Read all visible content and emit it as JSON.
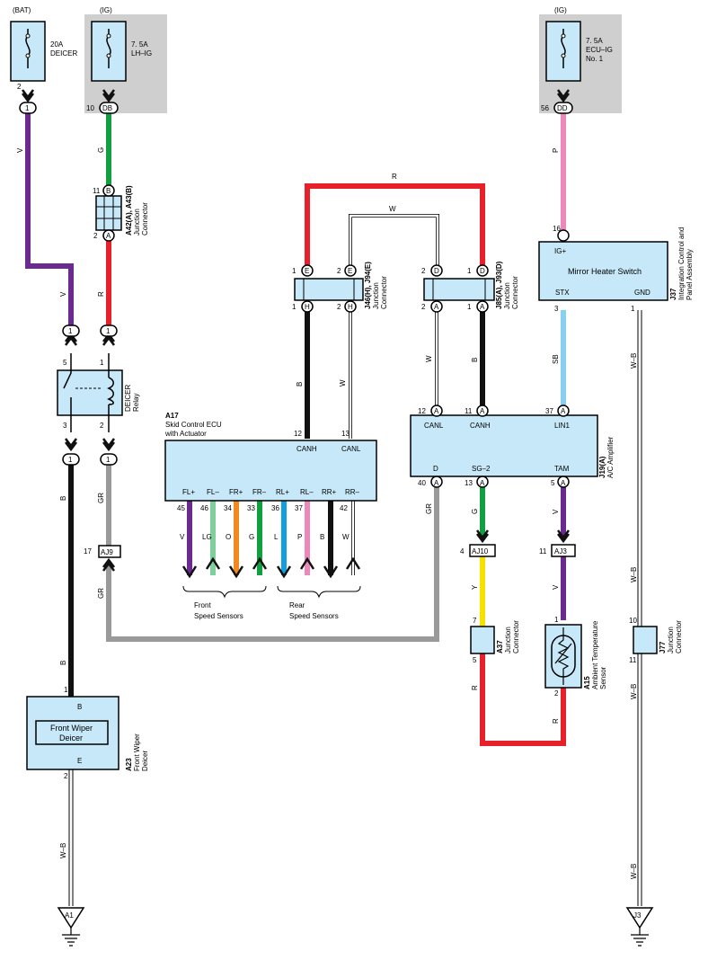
{
  "power": {
    "bat": "(BAT)",
    "ig1": "(IG)",
    "ig2": "(IG)",
    "fuse_deicer_amp": "20A",
    "fuse_deicer_name": "DEICER",
    "fuse_lhig_amp": "7. 5A",
    "fuse_lhig_name": "LH–IG",
    "fuse_ecuig_amp": "7. 5A",
    "fuse_ecuig_name": "ECU–IG",
    "fuse_ecuig_no": "No. 1"
  },
  "pins": {
    "deicer_fuse_pin": "2",
    "deicer_conn": "1",
    "lhig_pin": "10",
    "lhig_conn": "DB",
    "ecuig_pin": "56",
    "ecuig_conn": "DD",
    "a42_top_pin": "11",
    "a42_top": "B",
    "a42_bot_pin": "2",
    "a42_bot": "A",
    "relay_in_l": "1",
    "relay_in_r": "1",
    "relay_p5": "5",
    "relay_p1": "1",
    "relay_p3": "3",
    "relay_p2": "2",
    "relay_out_l": "1",
    "relay_out_r": "1",
    "aj9_pin": "17",
    "aj9": "AJ9",
    "wiper_pin_b": "1",
    "wiper_b": "B",
    "wiper_e": "E",
    "wiper_pin_e": "2",
    "j46_top1_pin": "1",
    "j46_top1": "E",
    "j46_top2_pin": "2",
    "j46_top2": "E",
    "j46_bot1_pin": "1",
    "j46_bot1": "H",
    "j46_bot2_pin": "2",
    "j46_bot2": "H",
    "j85_top1_pin": "2",
    "j85_top1": "D",
    "j85_top2_pin": "1",
    "j85_top2": "D",
    "j85_bot1_pin": "2",
    "j85_bot1": "A",
    "j85_bot2_pin": "1",
    "j85_bot2": "A",
    "a17_canh_pin": "12",
    "a17_canl_pin": "13",
    "j19_canl_pin": "12",
    "j19_canl_conn": "A",
    "j19_canh_pin": "11",
    "j19_canh_conn": "A",
    "j19_lin_pin": "37",
    "j19_lin_conn": "A",
    "j19_d_pin": "40",
    "j19_d_conn": "A",
    "j19_sg_pin": "13",
    "j19_sg_conn": "A",
    "j19_tam_pin": "5",
    "j19_tam_conn": "A",
    "aj10_pin": "4",
    "aj10": "AJ10",
    "aj3_pin": "11",
    "aj3": "AJ3",
    "a37_top": "7",
    "a37_bot": "5",
    "a15_top": "1",
    "a15_bot": "2",
    "j37_ig_pin": "16",
    "j37_stx_pin": "3",
    "j37_gnd_pin": "1",
    "j77_top": "10",
    "j77_bot": "11",
    "sensor_pins": [
      "45",
      "46",
      "34",
      "33",
      "36",
      "37",
      "42"
    ]
  },
  "wires": {
    "v1": "V",
    "g1": "G",
    "r1": "R",
    "v2": "V",
    "b1": "B",
    "gr1": "GR",
    "gr2": "GR",
    "b_wiper": "B",
    "wb_wiper": "W–B",
    "r_top": "R",
    "w_top": "W",
    "b_j46": "B",
    "w_j46": "W",
    "w_j85": "W",
    "b_j85": "B",
    "sb": "SB",
    "p": "P",
    "gr3": "GR",
    "g2": "G",
    "y": "Y",
    "v3": "V",
    "v4": "V",
    "r2": "R",
    "r3": "R",
    "wb1": "W–B",
    "wb2": "W–B",
    "wb3": "W–B",
    "wb4": "W–B",
    "sensor_colors": [
      "V",
      "LG",
      "O",
      "G",
      "L",
      "P",
      "B",
      "W"
    ]
  },
  "components": {
    "a42_id": "A42(A), A43(B)",
    "a42_name1": "Junction",
    "a42_name2": "Connector",
    "relay_name1": "DEICER",
    "relay_name2": "Relay",
    "a17_id": "A17",
    "a17_name1": "Skid Control ECU",
    "a17_name2": "with Actuator",
    "a17_canh": "CANH",
    "a17_canl": "CANL",
    "a17_sensors": [
      "FL+",
      "FL–",
      "FR+",
      "FR–",
      "RL+",
      "RL–",
      "RR+",
      "RR–"
    ],
    "front_sensors1": "Front",
    "front_sensors2": "Speed Sensors",
    "rear_sensors1": "Rear",
    "rear_sensors2": "Speed Sensors",
    "j46_id": "J46(H), J94(E)",
    "j46_name1": "Junction",
    "j46_name2": "Connector",
    "j85_id": "J85(A), J93(D)",
    "j85_name1": "Junction",
    "j85_name2": "Connector",
    "j19_id": "J19(A)",
    "j19_name": "A/C Amplifier",
    "j19_canl": "CANL",
    "j19_canh": "CANH",
    "j19_lin": "LIN1",
    "j19_d": "D",
    "j19_sg": "SG–2",
    "j19_tam": "TAM",
    "j37_id": "J37",
    "j37_name1": "Integration Control and",
    "j37_name2": "Panel Assembly",
    "j37_ig": "IG+",
    "j37_title": "Mirror Heater Switch",
    "j37_stx": "STX",
    "j37_gnd": "GND",
    "a23_id": "A23",
    "a23_name1": "Front Wiper",
    "a23_name2": "Deicer",
    "a23_inner1": "Front Wiper",
    "a23_inner2": "Deicer",
    "a37_id": "A37",
    "a37_name1": "Junction",
    "a37_name2": "Connector",
    "a15_id": "A15",
    "a15_name1": "Ambient Temperature",
    "a15_name2": "Sensor",
    "j77_id": "J77",
    "j77_name1": "Junction",
    "j77_name2": "Connector",
    "gnd_a1": "A1",
    "gnd_j3": "J3"
  },
  "colors": {
    "violet": "#6a2a90",
    "green": "#10a040",
    "red": "#e8202a",
    "black": "#111111",
    "gray": "#9a9a9a",
    "pink": "#ee88bb",
    "skyblue": "#88d0f0",
    "yellow": "#f6e000",
    "orange": "#f08a20",
    "lightgreen": "#7ecf9a",
    "blue": "#10a0e0",
    "box_fill": "#c6e8f8",
    "fuse_area": "#cfcfcf"
  }
}
